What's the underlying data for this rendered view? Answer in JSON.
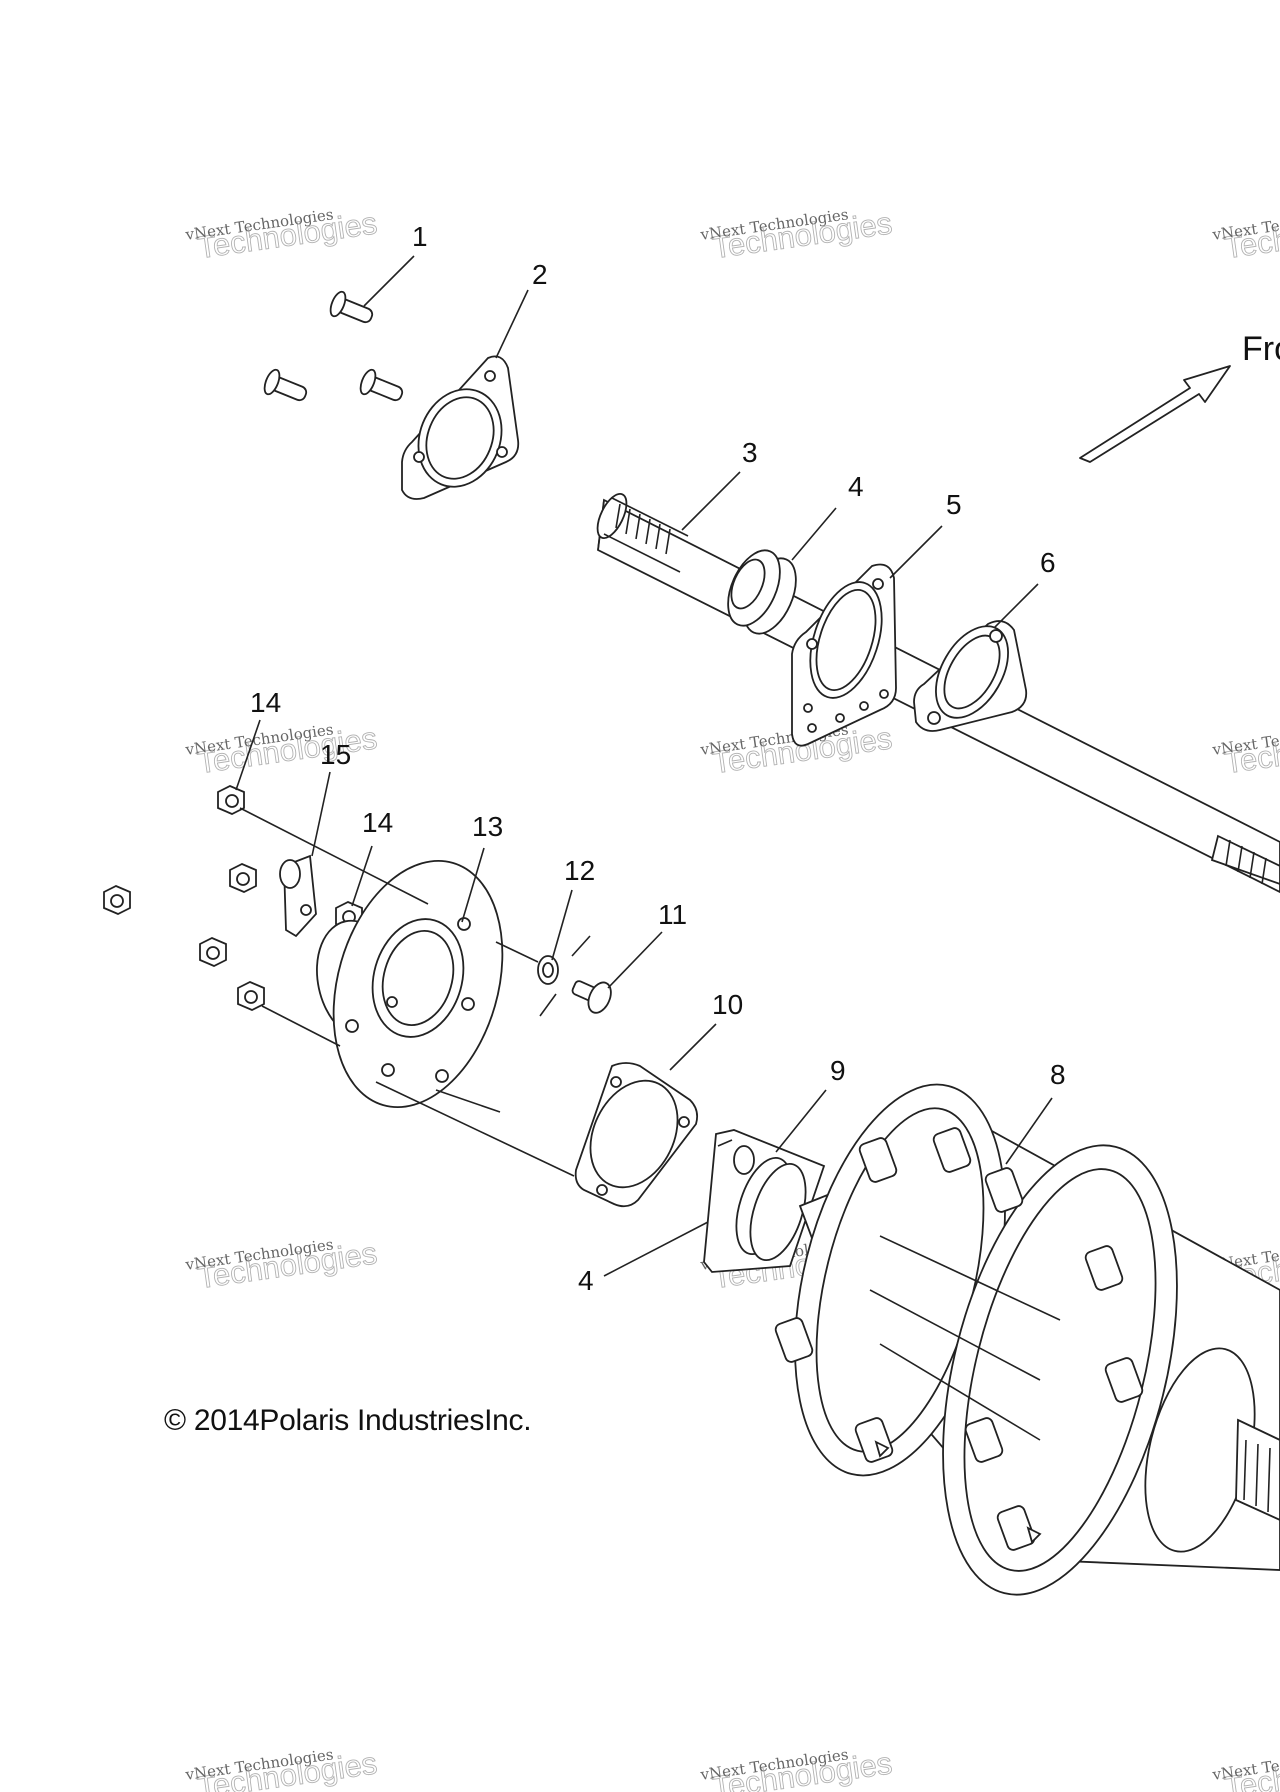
{
  "callouts": {
    "c1": "1",
    "c2": "2",
    "c3": "3",
    "c4a": "4",
    "c5": "5",
    "c6": "6",
    "c14a": "14",
    "c15": "15",
    "c14b": "14",
    "c13": "13",
    "c12": "12",
    "c11": "11",
    "c10": "10",
    "c9": "9",
    "c8": "8",
    "c4b": "4"
  },
  "direction_label": "Fro",
  "copyright": "© 2014Polaris IndustriesInc.",
  "watermark": {
    "small": "vNext Technologies",
    "large": "Technologies",
    "top": "vNext"
  }
}
